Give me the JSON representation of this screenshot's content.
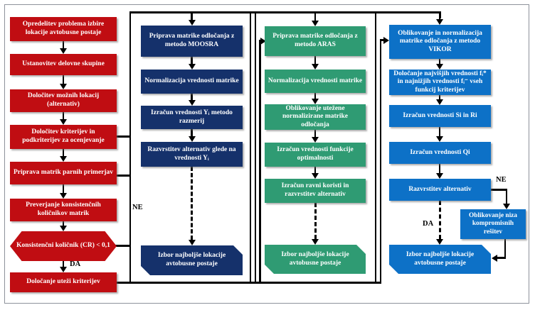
{
  "diagram_title": "Flowchart of bus station location selection with AHP weighting and MOOSRA / ARAS / VIKOR methods",
  "colors": {
    "red": "#c00d12",
    "navy": "#15316b",
    "green": "#2f9b73",
    "blue": "#0d71c7",
    "line": "#000000"
  },
  "red": {
    "steps": [
      "Opredelitev problema izbire lokacije avtobusne postaje",
      "Ustanovitev delovne skupine",
      "Določitev možnih lokacij (alternativ)",
      "Določitev kriterijev in podkriterijev za ocenjevanje",
      "Priprava matrik parnih primerjav",
      "Preverjanje konsistenčnih količnikov matrik"
    ],
    "decision": "Konsistenčni količnik (CR) < 0,1",
    "weights": "Določanje uteži kriterijev",
    "da": "DA",
    "ne": "NE"
  },
  "moosra": {
    "steps": [
      "Priprava matrike odločanja z metodo MOOSRA",
      "Normalizacija vrednosti matrike",
      "Izračun vrednosti Yᵢ metodo razmerij",
      "Razvrstitev alternativ glede na vrednosti Yᵢ"
    ],
    "final": "Izbor najboljše lokacije avtobusne postaje"
  },
  "aras": {
    "steps": [
      "Priprava matrike odločanja z metodo ARAS",
      "Normalizacija vrednosti matrike",
      "Oblikovanje utežene normalizirane matrike odločanja",
      "Izračun vrednosti funkcije optimalnosti",
      "Izračun ravni koristi in razvrstitev alternativ"
    ],
    "final": "Izbor najboljše lokacije avtobusne postaje"
  },
  "vikor": {
    "steps": [
      "Oblikovanje in normalizacija matrike odločanja z metodo VIKOR",
      "Določanje najvišjih vrednosti fᵢ* in najnižjih vrednosti fᵢ⁻ vseh funkcij kriterijev",
      "Izračun vrednosti Si in Ri",
      "Izračun vrednosti Qi",
      "Razvrstitev alternativ"
    ],
    "compromise": "Oblikovanje niza kompromisnih rešitev",
    "final": "Izbor najboljše lokacije avtobusne postaje",
    "da": "DA",
    "ne": "NE"
  }
}
